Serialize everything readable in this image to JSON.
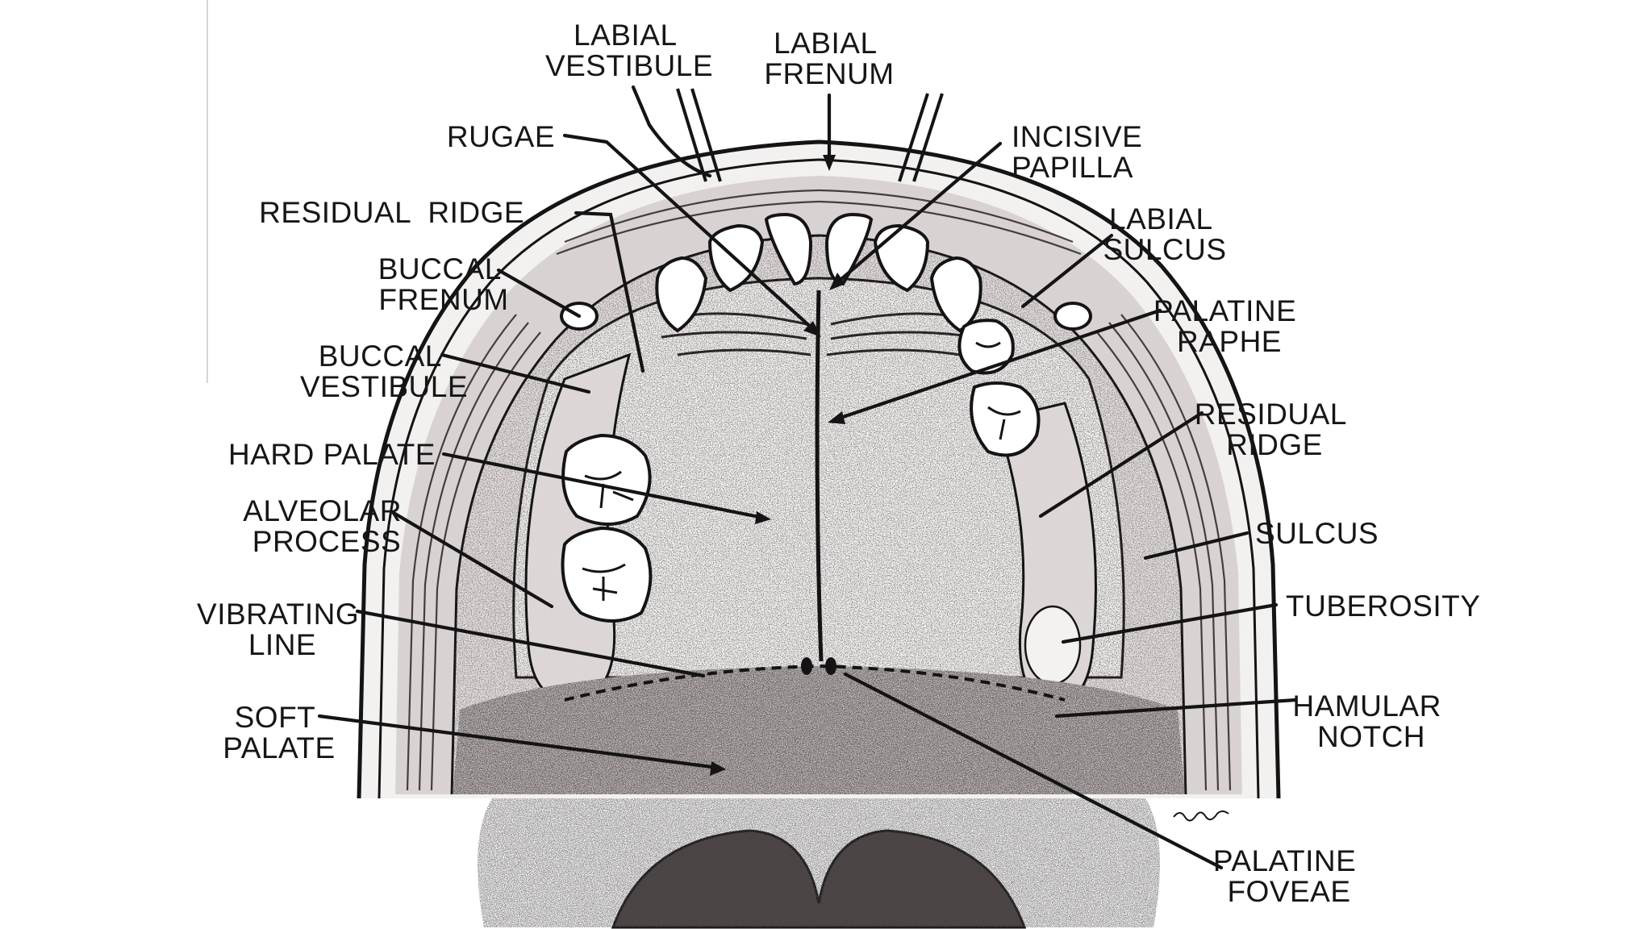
{
  "diagram": {
    "labels": {
      "labial_vestibule": [
        "LABIAL",
        "VESTIBULE"
      ],
      "labial_frenum": [
        "LABIAL",
        "FRENUM"
      ],
      "rugae": [
        "RUGAE"
      ],
      "incisive_papilla": [
        "INCISIVE",
        "PAPILLA"
      ],
      "residual_ridge_left": [
        "RESIDUAL  RIDGE"
      ],
      "labial_sulcus": [
        "LABIAL",
        "SULCUS"
      ],
      "buccal_frenum": [
        "BUCCAL",
        "FRENUM"
      ],
      "palatine_raphe": [
        "PALATINE",
        "RAPHE"
      ],
      "buccal_vestibule": [
        "BUCCAL",
        "VESTIBULE"
      ],
      "residual_ridge_right": [
        "RESIDUAL",
        "RIDGE"
      ],
      "hard_palate": [
        "HARD PALATE"
      ],
      "alveolar_process": [
        "ALVEOLAR",
        "PROCESS"
      ],
      "sulcus": [
        "SULCUS"
      ],
      "vibrating_line": [
        "VIBRATING",
        "LINE"
      ],
      "tuberosity": [
        "TUBEROSITY"
      ],
      "soft_palate": [
        "SOFT",
        "PALATE"
      ],
      "hamular_notch": [
        "HAMULAR",
        "NOTCH"
      ],
      "palatine_foveae": [
        "PALATINE",
        "FOVEAE"
      ]
    },
    "colors": {
      "ink": "#141414",
      "tissue": "#e9e4e4",
      "shadow": "#4a4242"
    }
  }
}
